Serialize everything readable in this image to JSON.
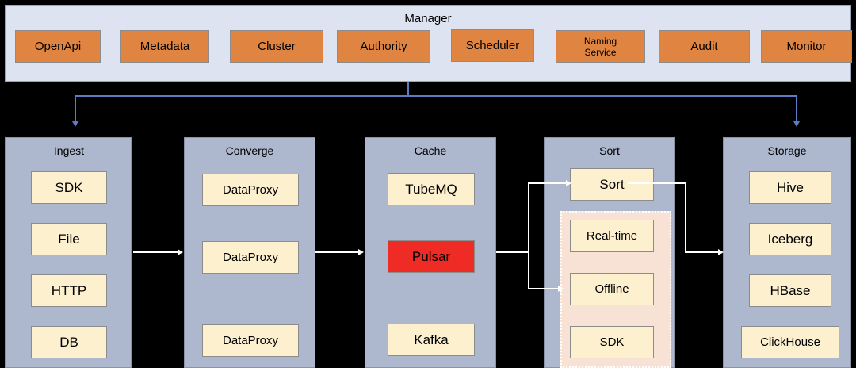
{
  "manager": {
    "title": "Manager",
    "items": [
      {
        "label": "OpenApi",
        "two_line": false
      },
      {
        "label": "Metadata",
        "two_line": false
      },
      {
        "label": "Cluster",
        "two_line": false
      },
      {
        "label": "Authority",
        "two_line": false
      },
      {
        "label": "Scheduler",
        "two_line": false
      },
      {
        "label": "Naming\nService",
        "two_line": true
      },
      {
        "label": "Audit",
        "two_line": false
      },
      {
        "label": "Monitor",
        "two_line": false
      }
    ]
  },
  "columns": [
    {
      "title": "Ingest",
      "nodes": [
        {
          "label": "SDK"
        },
        {
          "label": "File"
        },
        {
          "label": "HTTP"
        },
        {
          "label": "DB"
        }
      ]
    },
    {
      "title": "Converge",
      "nodes": [
        {
          "label": "DataProxy"
        },
        {
          "label": "DataProxy"
        },
        {
          "label": "DataProxy"
        }
      ]
    },
    {
      "title": "Cache",
      "nodes": [
        {
          "label": "TubeMQ"
        },
        {
          "label": "Pulsar"
        },
        {
          "label": "Kafka"
        }
      ]
    },
    {
      "title": "Sort",
      "nodes": [
        {
          "label": "Sort"
        },
        {
          "label": "Real-time"
        },
        {
          "label": "Offline"
        },
        {
          "label": "SDK"
        }
      ]
    },
    {
      "title": "Storage",
      "nodes": [
        {
          "label": "Hive"
        },
        {
          "label": "Iceberg"
        },
        {
          "label": "HBase"
        },
        {
          "label": "ClickHouse"
        }
      ]
    }
  ],
  "colors": {
    "manager_band": "#dde3f0",
    "manager_box": "#e08442",
    "column_panel": "#adb8ce",
    "node_box": "#fcf0ce",
    "accent_node": "#ee2b24",
    "subpanel": "#f8e2d6",
    "connector_white": "#ffffff",
    "connector_blue": "#5b7cc4",
    "background": "#000000"
  }
}
